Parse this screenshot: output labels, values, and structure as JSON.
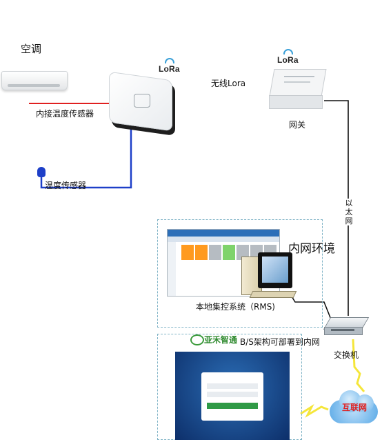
{
  "labels": {
    "air_conditioner": "空调",
    "internal_temp_sensor": "内接温度传感器",
    "wireless_lora": "无线Lora",
    "gateway": "网关",
    "temp_sensor": "温度传感器",
    "ethernet": "以太网",
    "intranet_env": "内网环境",
    "rms_system": "本地集控系统（RMS)",
    "bs_deploy": "B/S架构可部署到内网",
    "switch": "交换机",
    "internet": "互联网",
    "lora_1": "LoRa",
    "lora_2": "LoRa",
    "brand_logo": "亚禾智通"
  },
  "colors": {
    "red_wire": "#e02020",
    "blue_wire": "#1d3fc8",
    "black_wire": "#111111",
    "lightning": "#f5e63a",
    "dashed_border": "#7fb3c6",
    "cloud": "#5aa9e6",
    "internet_text": "#e02020"
  },
  "icons": [
    "air-conditioner-icon",
    "controller-plug-icon",
    "gateway-box-icon",
    "temp-probe-icon",
    "computer-icon",
    "switch-icon",
    "cloud-icon",
    "lightning-icon"
  ]
}
